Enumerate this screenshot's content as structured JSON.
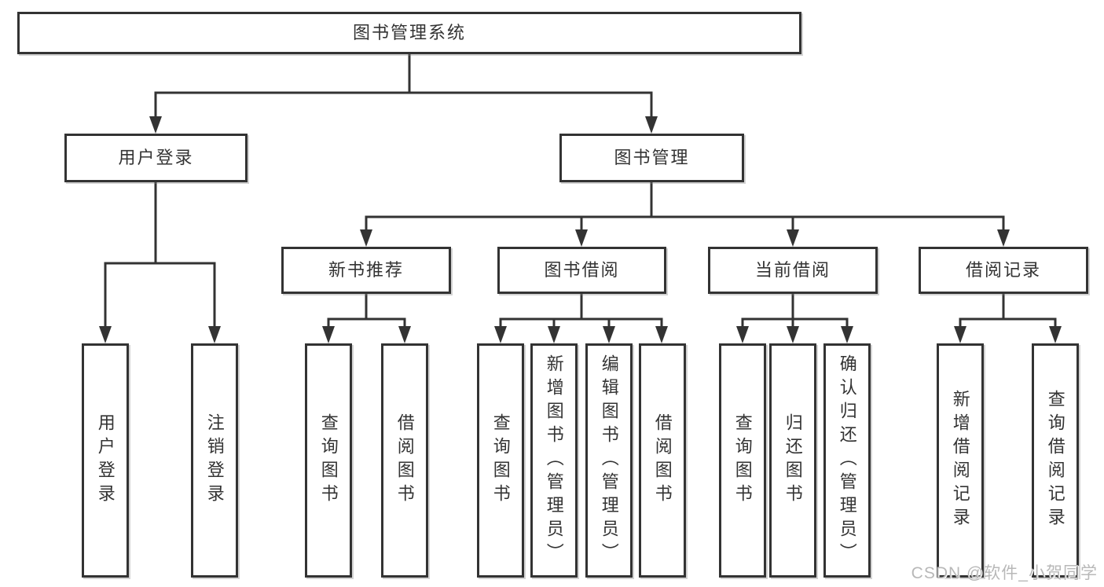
{
  "diagram": {
    "tree": {
      "label": "图书管理系统",
      "children": [
        {
          "label": "用户登录",
          "children": [
            {
              "label": "用户登录"
            },
            {
              "label": "注销登录"
            }
          ]
        },
        {
          "label": "图书管理",
          "children": [
            {
              "label": "新书推荐",
              "children": [
                {
                  "label": "查询图书"
                },
                {
                  "label": "借阅图书"
                }
              ]
            },
            {
              "label": "图书借阅",
              "children": [
                {
                  "label": "查询图书"
                },
                {
                  "label": "新增图书（管理员）"
                },
                {
                  "label": "编辑图书（管理员）"
                },
                {
                  "label": "借阅图书"
                }
              ]
            },
            {
              "label": "当前借阅",
              "children": [
                {
                  "label": "查询图书"
                },
                {
                  "label": "归还图书"
                },
                {
                  "label": "确认归还（管理员）"
                }
              ]
            },
            {
              "label": "借阅记录",
              "children": [
                {
                  "label": "新增借阅记录"
                },
                {
                  "label": "查询借阅记录"
                }
              ]
            }
          ]
        }
      ]
    }
  },
  "watermark": {
    "text": "CSDN @软件_小贺同学"
  },
  "colors": {
    "line": "#333333",
    "text": "#333333",
    "box_fill": "#ffffff",
    "background": "#ffffff",
    "watermark": "#b8b8b8"
  }
}
